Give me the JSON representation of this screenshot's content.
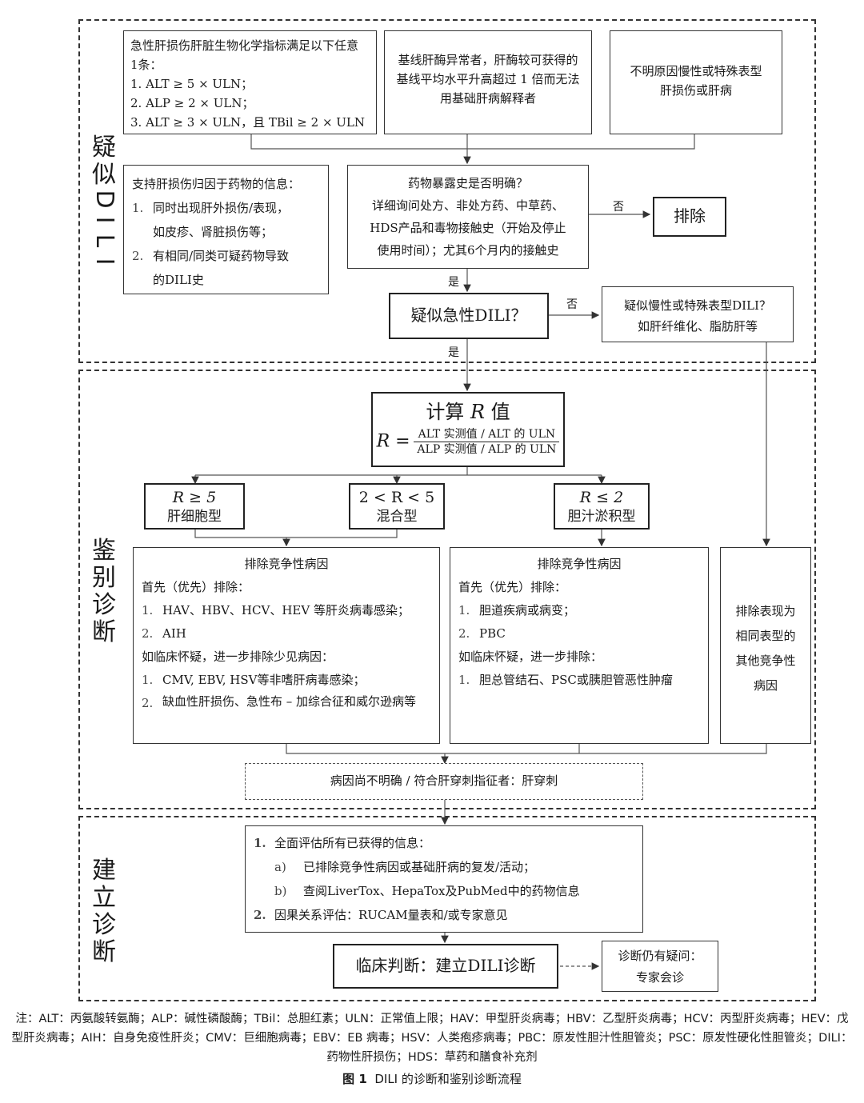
{
  "sections": {
    "suspect": "疑似DILI",
    "differential": "鉴别诊断",
    "establish": "建立诊断"
  },
  "box_criteria": {
    "lines": [
      "急性肝损伤肝脏生物化学指标满足以下任意",
      "1条：",
      "1. ALT ≥ 5 × ULN；",
      "2. ALP ≥ 2 × ULN；",
      "3. ALT ≥ 3 × ULN，且 TBil ≥ 2 × ULN"
    ]
  },
  "box_baseline": {
    "lines": [
      "基线肝酶异常者，肝酶较可获得的",
      "基线平均水平升高超过 1 倍而无法",
      "用基础肝病解释者"
    ]
  },
  "box_unknown_chronic": {
    "lines": [
      "不明原因慢性或特殊表型",
      "肝损伤或肝病"
    ]
  },
  "box_support": {
    "title": "支持肝损伤归因于药物的信息：",
    "items": [
      {
        "n": "1.",
        "lines": [
          "同时出现肝外损伤/表现，",
          "如皮疹、肾脏损伤等；"
        ]
      },
      {
        "n": "2.",
        "lines": [
          "有相同/同类可疑药物导致",
          "的DILI史"
        ]
      }
    ]
  },
  "box_exposure": {
    "title": "药物暴露史是否明确？",
    "lines": [
      "详细询问处方、非处方药、中草药、",
      "HDS产品和毒物接触史（开始及停止",
      "使用时间）；尤其6个月内的接触史"
    ]
  },
  "box_exclude": "排除",
  "box_acute": "疑似急性DILI？",
  "box_chronic": {
    "title": "疑似慢性或特殊表型DILI？",
    "sub": "如肝纤维化、脂肪肝等"
  },
  "labels": {
    "no1": "否",
    "yes1": "是",
    "no2": "否",
    "yes2": "是"
  },
  "box_r": {
    "title": "计算",
    "r": "R",
    "value": "值",
    "eq": "R =",
    "num": "ALT 实测值 / ALT 的 ULN",
    "den": "ALP 实测值 / ALP 的 ULN"
  },
  "box_hepato": {
    "cond": "R ≥ 5",
    "name": "肝细胞型"
  },
  "box_mixed": {
    "cond": "2 < R < 5",
    "name": "混合型"
  },
  "box_chole": {
    "cond": "R ≤ 2",
    "name": "胆汁淤积型"
  },
  "box_exclude_left": {
    "title": "排除竞争性病因",
    "first": "首先（优先）排除：",
    "items1": [
      {
        "n": "1.",
        "t": "HAV、HBV、HCV、HEV 等肝炎病毒感染；"
      },
      {
        "n": "2.",
        "t": "AIH"
      }
    ],
    "second": "如临床怀疑，进一步排除少见病因：",
    "items2": [
      {
        "n": "1.",
        "t": "CMV, EBV, HSV等非嗜肝病毒感染；"
      },
      {
        "n": "2.",
        "t": "缺血性肝损伤、急性布 – 加综合征和威尔逊病等"
      }
    ]
  },
  "box_exclude_mid": {
    "title": "排除竞争性病因",
    "first": "首先（优先）排除：",
    "items1": [
      {
        "n": "1.",
        "t": "胆道疾病或病变；"
      },
      {
        "n": "2.",
        "t": "PBC"
      }
    ],
    "second": "如临床怀疑，进一步排除：",
    "items2": [
      {
        "n": "1.",
        "t": "胆总管结石、PSC或胰胆管恶性肿瘤"
      }
    ]
  },
  "box_exclude_right": {
    "lines": [
      "排除表现为",
      "相同表型的",
      "其他竞争性",
      "病因"
    ]
  },
  "box_biopsy": "病因尚不明确 / 符合肝穿刺指征者：肝穿刺",
  "box_assess": {
    "item1": {
      "n": "1.",
      "t": "全面评估所有已获得的信息："
    },
    "subs": [
      {
        "n": "a)",
        "t": "已排除竞争性病因或基础肝病的复发/活动；"
      },
      {
        "n": "b)",
        "t": "查阅LiverTox、HepaTox及PubMed中的药物信息"
      }
    ],
    "item2": {
      "n": "2.",
      "t": "因果关系评估：RUCAM量表和/或专家意见"
    }
  },
  "box_judge": "临床判断：建立DILI诊断",
  "box_consult": {
    "l1": "诊断仍有疑问：",
    "l2": "专家会诊"
  },
  "note": "注：ALT：丙氨酸转氨酶；ALP：碱性磷酸酶；TBil：总胆红素；ULN：正常值上限；HAV：甲型肝炎病毒；HBV：乙型肝炎病毒；HCV：丙型肝炎病毒；HEV：戊型肝炎病毒；AIH：自身免疫性肝炎；CMV：巨细胞病毒；EBV：EB 病毒；HSV：人类疱疹病毒；PBC：原发性胆汁性胆管炎；PSC：原发性硬化性胆管炎；DILI：药物性肝损伤；HDS：草药和膳食补充剂",
  "caption": {
    "fig": "图 1",
    "text": "DILI 的诊断和鉴别诊断流程"
  }
}
